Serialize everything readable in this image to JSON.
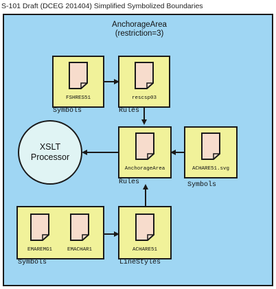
{
  "page_title": "S-101 Draft (DCEG 201404) Simplified Symbolized Boundaries",
  "container": {
    "title_line1": "AnchorageArea",
    "title_line2": "(restriction=3)"
  },
  "processor": {
    "line1": "XSLT",
    "line2": "Processor"
  },
  "boxes": {
    "fshres": {
      "doc": "FSHRES51",
      "caption": "Symbols"
    },
    "rescsp": {
      "doc": "rescsp03",
      "caption": "Rules"
    },
    "anchorage": {
      "doc": "AnchorageArea",
      "caption": "Rules"
    },
    "achare_svg": {
      "doc": "ACHARE51.svg",
      "caption": "Symbols"
    },
    "symbols_pair": {
      "doc1": "EMAREMG1",
      "doc2": "EMACHAR1",
      "caption": "Symbols"
    },
    "achare": {
      "doc": "ACHARE51",
      "caption": "LineStyles"
    }
  },
  "colors": {
    "container_fill": "#9fd6f3",
    "box_fill": "#f1f29a",
    "document_fill": "#f7dccc",
    "processor_fill": "#e0f4f4"
  },
  "icons": [
    "document-icon",
    "arrow-right",
    "arrow-down",
    "arrow-left",
    "arrow-up"
  ]
}
